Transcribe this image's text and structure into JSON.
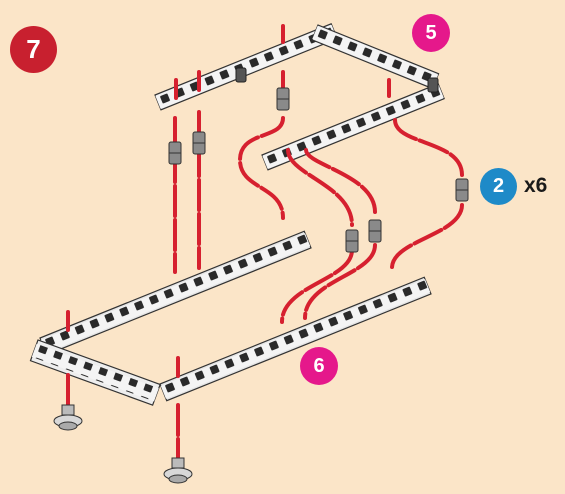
{
  "step": {
    "number": "7",
    "color": "#c8202f"
  },
  "parts": [
    {
      "id": "frame-5",
      "label": "5",
      "color": "#e5188b"
    },
    {
      "id": "frame-6",
      "label": "6",
      "color": "#e5188b"
    },
    {
      "id": "connector",
      "label": "2",
      "quantity": "x6",
      "color": "#1e8ac8"
    }
  ],
  "colors": {
    "background": "#fbe5c8",
    "guide_line": "#d6202f",
    "beam_face": "#f4f4f4",
    "beam_hole": "#2a2a2a",
    "connector": "#8a8a8a"
  },
  "icons": [
    "beam-frame",
    "connector-peg",
    "foot-stand",
    "assembly-guide-line"
  ]
}
